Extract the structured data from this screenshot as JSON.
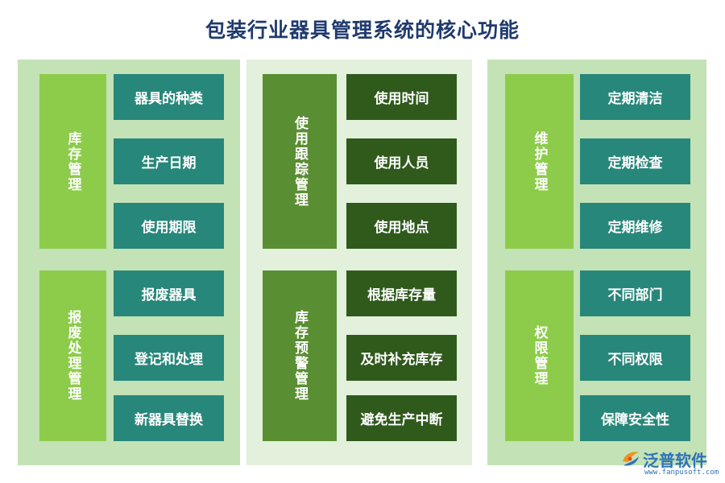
{
  "title": "包装行业器具管理系统的核心功能",
  "panels": [
    {
      "groups": [
        {
          "title": "库存管理",
          "items": [
            "器具的种类",
            "生产日期",
            "使用期限"
          ]
        },
        {
          "title": "报废处理管理",
          "items": [
            "报废器具",
            "登记和处理",
            "新器具替换"
          ]
        }
      ]
    },
    {
      "groups": [
        {
          "title": "使用跟踪管理",
          "items": [
            "使用时间",
            "使用人员",
            "使用地点"
          ]
        },
        {
          "title": "库存预警管理",
          "items": [
            "根据库存量",
            "及时补充库存",
            "避免生产中断"
          ]
        }
      ]
    },
    {
      "groups": [
        {
          "title": "维护管理",
          "items": [
            "定期清洁",
            "定期检查",
            "定期维修"
          ]
        },
        {
          "title": "权限管理",
          "items": [
            "不同部门",
            "不同权限",
            "保障安全性"
          ]
        }
      ]
    }
  ],
  "watermark": {
    "small": "软件"
  },
  "logo": {
    "name": "泛普软件",
    "url": "www.fanpusoft.com"
  },
  "colors": {
    "title": "#1f3a6e",
    "panel_light": "#c3e2b5",
    "panel_pale": "#e3f0dc",
    "group_light": "#8ccc4a",
    "group_dark": "#5a8e32",
    "item_teal": "#27877a",
    "item_dark": "#2f5a1c",
    "logo": "#2e72b8"
  }
}
